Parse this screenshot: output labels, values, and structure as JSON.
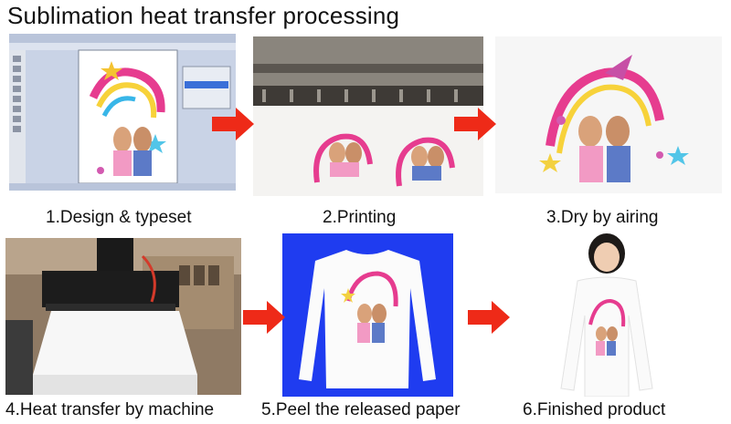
{
  "title": "Sublimation heat transfer processing",
  "steps": [
    {
      "label": "1.Design & typeset"
    },
    {
      "label": "2.Printing"
    },
    {
      "label": "3.Dry by airing"
    },
    {
      "label": "4.Heat transfer by machine"
    },
    {
      "label": "5.Peel the released paper"
    },
    {
      "label": "6.Finished product"
    }
  ],
  "colors": {
    "arrow": "#ee2a18",
    "blue_backdrop": "#1f3cf0",
    "software_frame": "#c9d3e6"
  }
}
